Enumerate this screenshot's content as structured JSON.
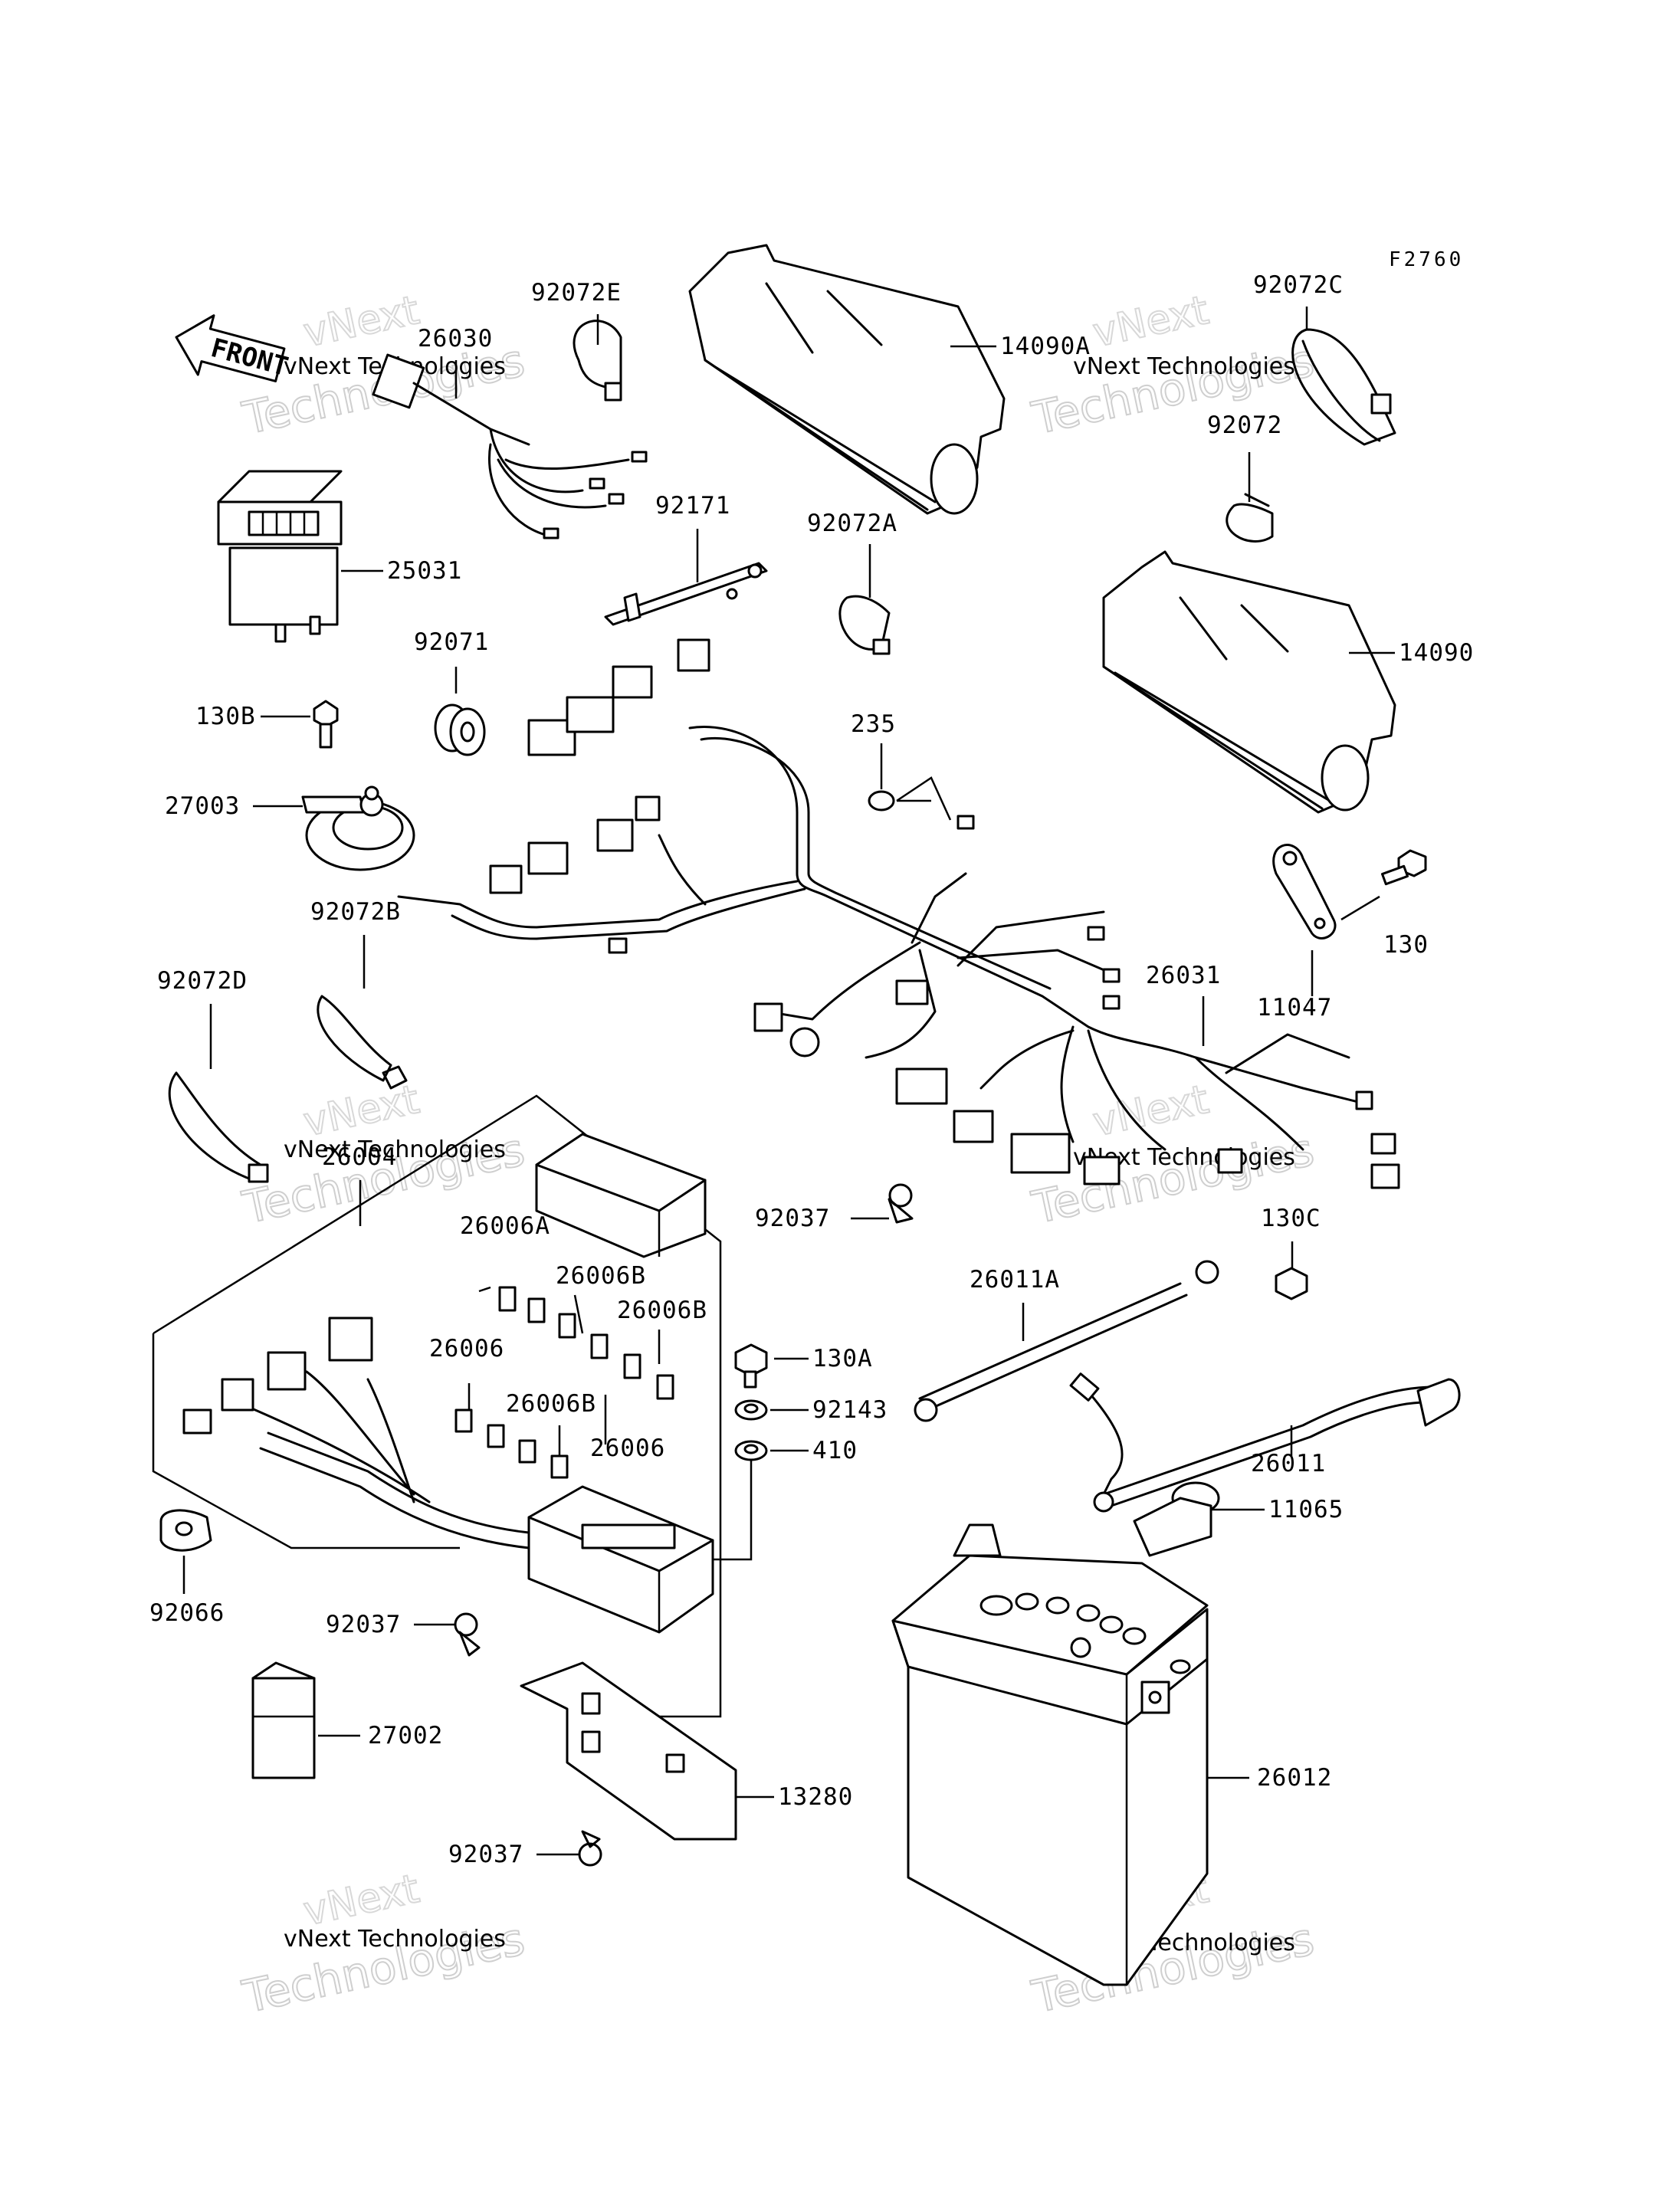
{
  "figure_code": "F2760",
  "front_arrow_label": "FRONT",
  "watermark": {
    "line1": "vNext Technologies",
    "line2": "Technologies",
    "line3": "vNext"
  },
  "callouts": [
    "92072E",
    "14090A",
    "92072C",
    "26030",
    "25031",
    "92072",
    "92171",
    "92072A",
    "14090",
    "92071",
    "130B",
    "27003",
    "235",
    "130",
    "11047",
    "92072B",
    "92072D",
    "26031",
    "26004",
    "26006A",
    "26006B",
    "26006B",
    "26006",
    "26006B",
    "26006",
    "92037",
    "130C",
    "26011A",
    "130A",
    "92143",
    "410",
    "26011",
    "11065",
    "92066",
    "92037",
    "27002",
    "13280",
    "92037",
    "26012"
  ]
}
